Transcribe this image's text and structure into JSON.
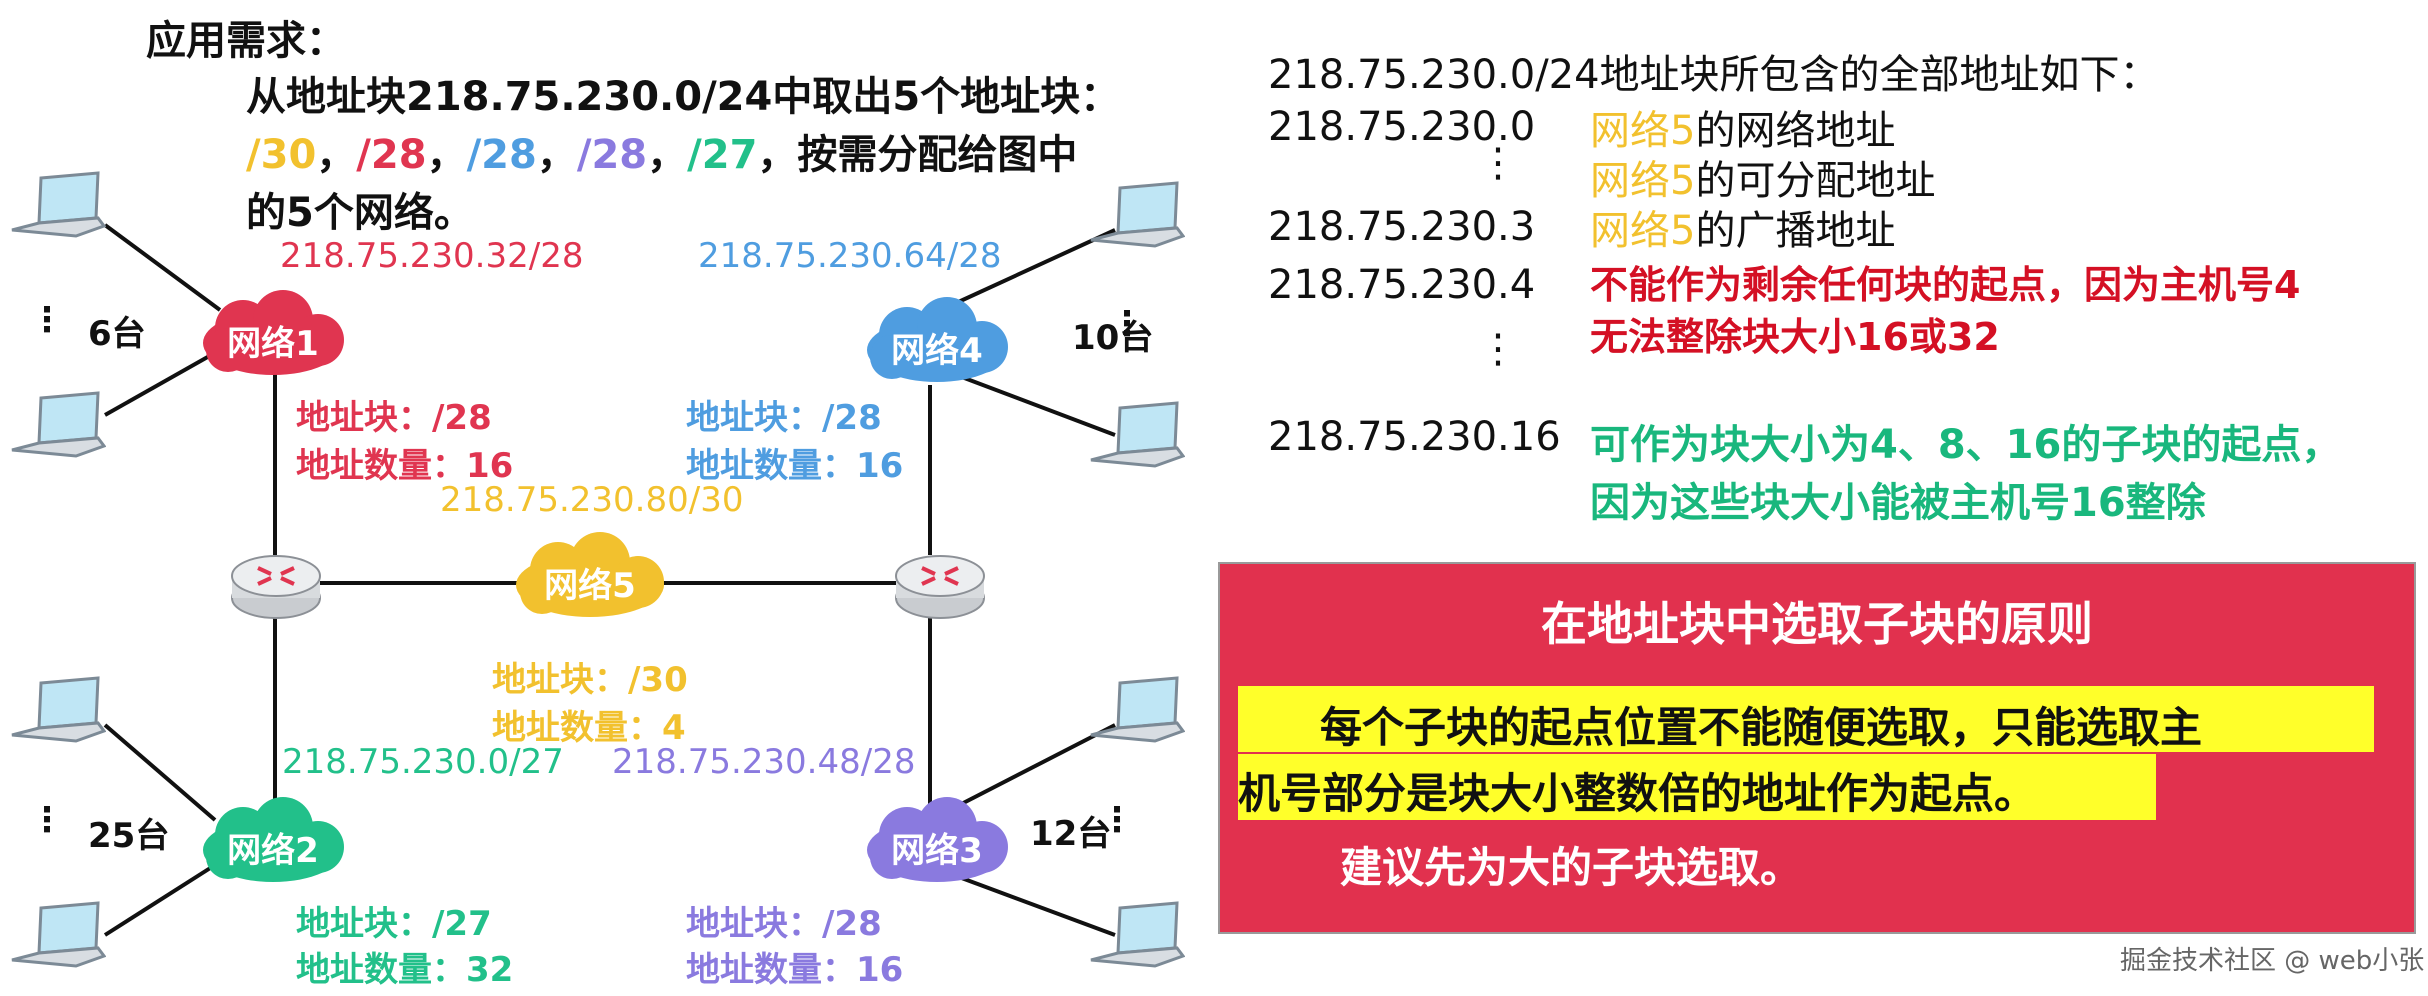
{
  "requirement": {
    "title": "应用需求：",
    "line1": "从地址块218.75.230.0/24中取出5个地址块：",
    "prefixes": [
      "/30",
      "/28",
      "/28",
      "/28",
      "/27"
    ],
    "sep": "，",
    "line2_tail": "，按需分配给图中",
    "line3": "的5个网络。"
  },
  "networks": {
    "n1": {
      "name": "网络1",
      "cidr": "218.75.230.32/28",
      "block": "地址块：/28",
      "count": "地址数量：16",
      "hosts": "6台"
    },
    "n2": {
      "name": "网络2",
      "cidr": "218.75.230.0/27",
      "block": "地址块：/27",
      "count": "地址数量：32",
      "hosts": "25台"
    },
    "n3": {
      "name": "网络3",
      "cidr": "218.75.230.48/28",
      "block": "地址块：/28",
      "count": "地址数量：16",
      "hosts": "12台"
    },
    "n4": {
      "name": "网络4",
      "cidr": "218.75.230.64/28",
      "block": "地址块：/28",
      "count": "地址数量：16",
      "hosts": "10台"
    },
    "n5": {
      "name": "网络5",
      "cidr": "218.75.230.80/30",
      "block": "地址块：/30",
      "count": "地址数量：4"
    }
  },
  "dots": "⋮",
  "address_list": {
    "heading": "218.75.230.0/24地址块所包含的全部地址如下：",
    "rows": [
      {
        "addr": "218.75.230.0",
        "net": "网络5",
        "desc": "的网络地址"
      },
      {
        "net": "网络5",
        "desc": "的可分配地址"
      },
      {
        "addr": "218.75.230.3",
        "net": "网络5",
        "desc": "的广播地址"
      },
      {
        "addr": "218.75.230.4",
        "desc": "不能作为剩余任何块的起点，因为主机号4",
        "desc2": "无法整除块大小16或32"
      },
      {
        "addr": "218.75.230.16",
        "desc": "可作为块大小为4、8、16的子块的起点，",
        "desc2": "因为这些块大小能被主机号16整除"
      }
    ]
  },
  "principle": {
    "title": "在地址块中选取子块的原则",
    "rule_line1": "每个子块的起点位置不能随便选取，只能选取主",
    "rule_line2": "机号部分是块大小整数倍的地址作为起点。",
    "advice": "建议先为大的子块选取。"
  },
  "watermark": "掘金技术社区 @ web小张",
  "colors": {
    "net1": "#e03550",
    "net2": "#22c08a",
    "net3": "#8a7adf",
    "net4": "#4f9de0",
    "net5": "#f2c12e",
    "red_note": "#d41024",
    "green_note": "#19b77d",
    "highlight": "#ffff2a",
    "box": "#e1314e"
  }
}
